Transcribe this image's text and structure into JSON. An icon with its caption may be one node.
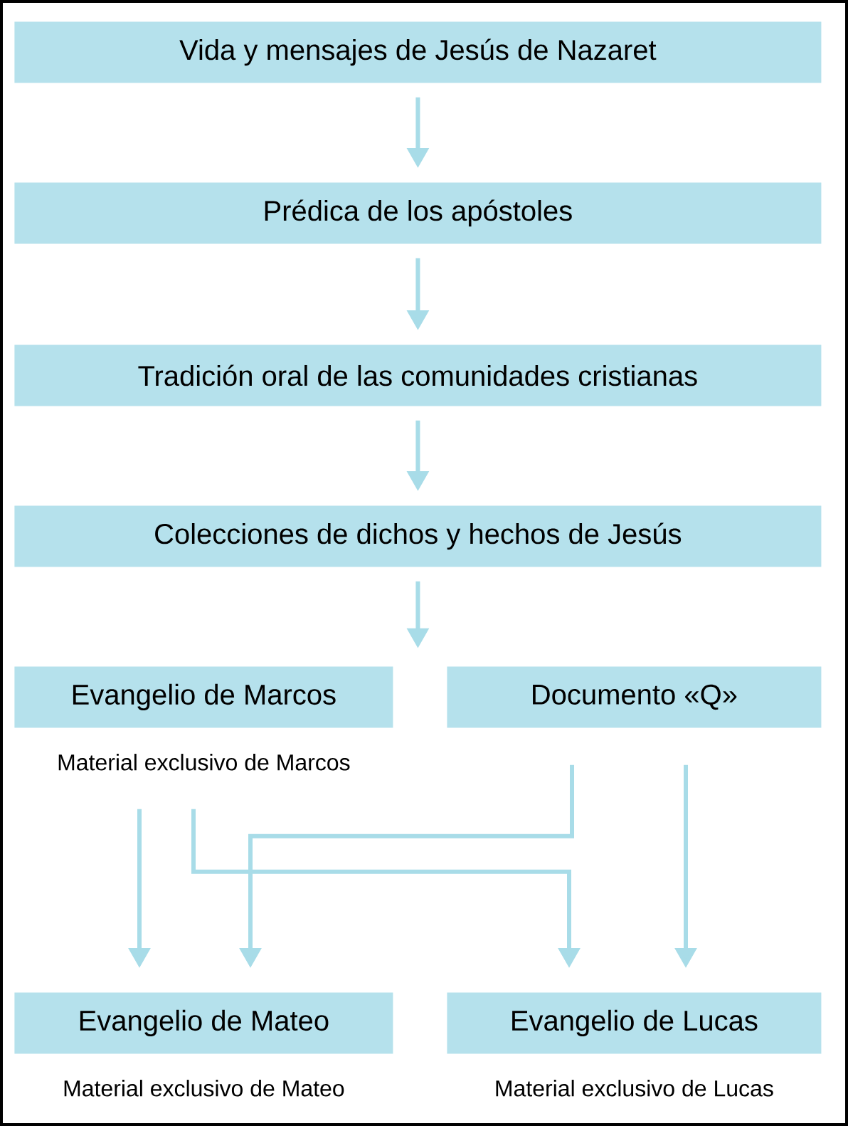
{
  "diagram": {
    "nodes": [
      {
        "text": [
          "Vida y mensajes de Jesús de Nazaret"
        ]
      },
      {
        "text": [
          "Prédica de los apóstoles"
        ]
      },
      {
        "text": [
          "Tradición oral de las comunidades cristianas"
        ]
      },
      {
        "text": [
          "Colecciones de dichos y hechos de Jesús"
        ]
      },
      {
        "text": [
          "Evangelio de Marcos"
        ],
        "beside": [
          "Material exclusivo de Marcos"
        ]
      },
      {
        "text": [
          "Documento «Q»"
        ]
      },
      {
        "text": [
          "Evangelio de Mateo"
        ],
        "beside": [
          "Material exclusivo de Mateo"
        ]
      },
      {
        "text": [
          "Evangelio de Lucas"
        ],
        "beside": [
          "Material exclusivo de Lucas"
        ]
      }
    ],
    "edges": [
      {
        "from": 0,
        "to": 1,
        "arrow": "to"
      },
      {
        "from": 1,
        "to": 2,
        "arrow": "to"
      },
      {
        "from": 2,
        "to": 3,
        "arrow": "to"
      },
      {
        "from": 3,
        "to": null,
        "arrow": "to"
      },
      {
        "from": 4,
        "to": 6,
        "arrow": "to"
      },
      {
        "from": 4,
        "to": 7,
        "arrow": "to"
      },
      {
        "from": 5,
        "to": 6,
        "arrow": "to"
      },
      {
        "from": 5,
        "to": 7,
        "arrow": "to"
      }
    ]
  }
}
